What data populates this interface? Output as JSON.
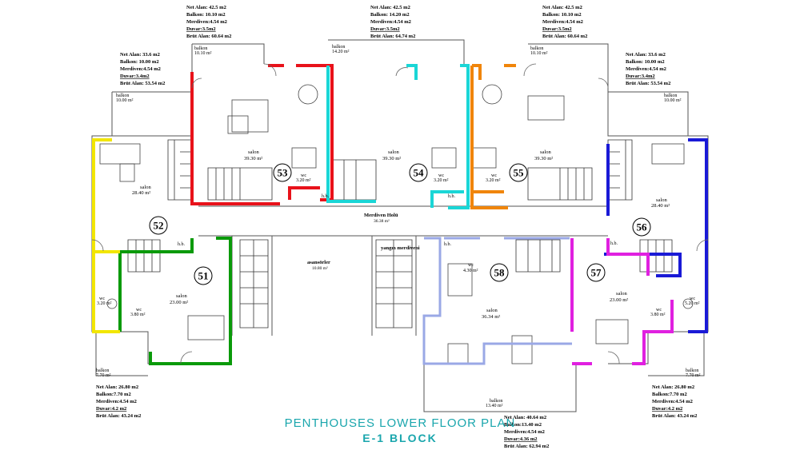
{
  "title": "PENTHOUSES LOWER FLOOR PLAN",
  "subtitle": "E-1 BLOCK",
  "colors": {
    "u51": "#0a9a0a",
    "u52": "#f2e600",
    "u53": "#e8121a",
    "u54": "#1ad6d6",
    "u55": "#f0850a",
    "u56": "#1a1ad6",
    "u57": "#e020e0",
    "u58": "#9aa8e6",
    "wall": "#000000",
    "title": "#1aa6ad"
  },
  "units": [
    {
      "id": "51",
      "room": "salon",
      "area": "23.00 m²"
    },
    {
      "id": "52",
      "room": "salon",
      "area": "28.40 m²"
    },
    {
      "id": "53",
      "room": "salon",
      "area": "39.30 m²"
    },
    {
      "id": "54",
      "room": "salon",
      "area": "39.30 m²"
    },
    {
      "id": "55",
      "room": "salon",
      "area": "39.30 m²"
    },
    {
      "id": "56",
      "room": "salon",
      "area": "28.40 m²"
    },
    {
      "id": "57",
      "room": "salon",
      "area": "23.00 m²"
    },
    {
      "id": "58",
      "room": "salon",
      "area": "36.34 m²"
    }
  ],
  "info": {
    "tl": [
      "Net Alan: 42.5 m2",
      "Balkon: 10.10 m2",
      "Merdiven:4.54 m2",
      "Duvar:3.5m2",
      "Brüt Alan: 60.64 m2"
    ],
    "tc": [
      "Net Alan: 42.5 m2",
      "Balkon: 14.20 m2",
      "Merdiven:4.54 m2",
      "Duvar:3.5m2",
      "Brüt Alan: 64.74 m2"
    ],
    "tr": [
      "Net Alan: 42.5 m2",
      "Balkon: 10.10 m2",
      "Merdiven:4.54 m2",
      "Duvar:3.5m2",
      "Brüt Alan: 60.64 m2"
    ],
    "ml": [
      "Net Alan: 33.6 m2",
      "Balkon: 10.00 m2",
      "Merdiven:4.54 m2",
      "Duvar:3.4m2",
      "Brüt Alan: 53.54 m2"
    ],
    "mr": [
      "Net Alan: 33.6 m2",
      "Balkon: 10.00 m2",
      "Merdiven:4.54 m2",
      "Duvar:3.4m2",
      "Brüt Alan: 53.54 m2"
    ],
    "bl": [
      "Net Alan: 26.80 m2",
      "Balkon:7.70 m2",
      "Merdiven:4.54 m2",
      "Duvar:4.2 m2",
      "Brüt Alan: 43.24 m2"
    ],
    "br": [
      "Net Alan: 26.80 m2",
      "Balkon:7.70 m2",
      "Merdiven:4.54 m2",
      "Duvar:4.2 m2",
      "Brüt Alan: 43.24 m2"
    ],
    "bc": [
      "Net Alan: 40.64 m2",
      "Balkon:13.40 m2",
      "Merdiven:4.54 m2",
      "Duvar:4.36 m2",
      "Brüt Alan: 62.94 m2"
    ]
  },
  "rooms": {
    "balkon_tl": [
      "balkon",
      "10.10 m²"
    ],
    "balkon_tc": [
      "balkon",
      "14.20 m²"
    ],
    "balkon_tr": [
      "balkon",
      "10.10 m²"
    ],
    "balkon_ml": [
      "balkon",
      "10.00 m²"
    ],
    "balkon_mr": [
      "balkon",
      "10.00 m²"
    ],
    "balkon_bl": [
      "balkon",
      "7.70 m²"
    ],
    "balkon_br": [
      "balkon",
      "7.70 m²"
    ],
    "balkon_bc": [
      "balkon",
      "13.40 m²"
    ],
    "wc53": [
      "wc",
      "3.20 m²"
    ],
    "wc54": [
      "wc",
      "3.20 m²"
    ],
    "wc55": [
      "wc",
      "3.20 m²"
    ],
    "wc51a": [
      "wc",
      "3.20 m²"
    ],
    "wc51b": [
      "wc",
      "3.80 m²"
    ],
    "wc57a": [
      "wc",
      "5.20 m²"
    ],
    "wc57b": [
      "wc",
      "3.80 m²"
    ],
    "wc58": [
      "wc",
      "4.30 m²"
    ],
    "hall": [
      "Merdiven Holü",
      "36.38 m²"
    ],
    "elev": [
      "asansörler",
      "10.80 m²"
    ],
    "fire": "yangın merdiveni",
    "hb": "h.b."
  }
}
